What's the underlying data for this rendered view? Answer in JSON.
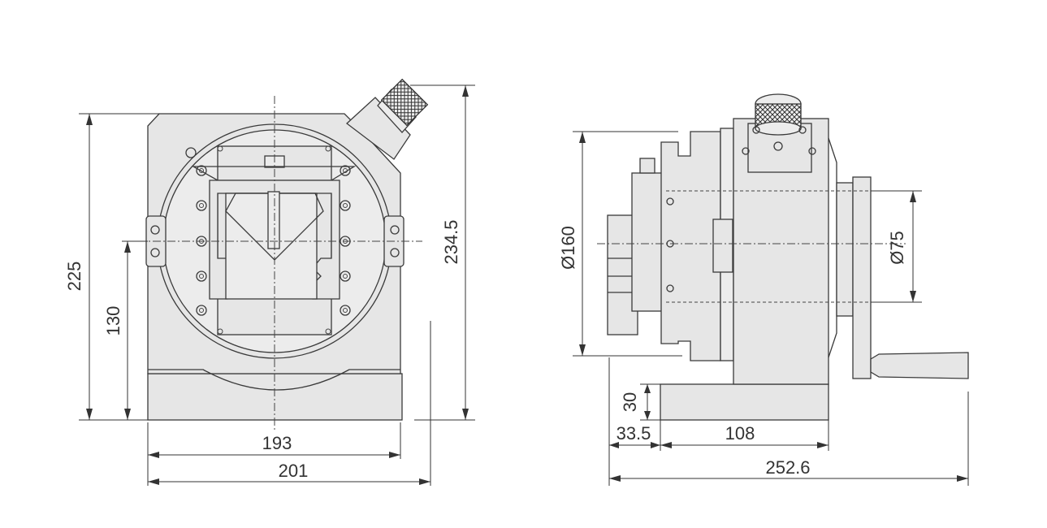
{
  "dimensions": {
    "front_base_inner_width": "193",
    "front_total_width": "201",
    "front_total_height": "225",
    "front_center_height": "130",
    "front_height_with_knob": "234.5",
    "side_body_diameter": "Ø160",
    "side_spindle_diameter": "Ø75",
    "side_base_thickness": "30",
    "side_base_offset": "33.5",
    "side_base_length": "108",
    "side_total_length": "252.6"
  },
  "colors": {
    "body": "#e6e6e6",
    "outline": "#3a3a3a",
    "dimension": "#333333"
  },
  "icons": {
    "knurled_knob": "knurled-knob-icon",
    "crank_handle": "crank-handle-icon"
  }
}
